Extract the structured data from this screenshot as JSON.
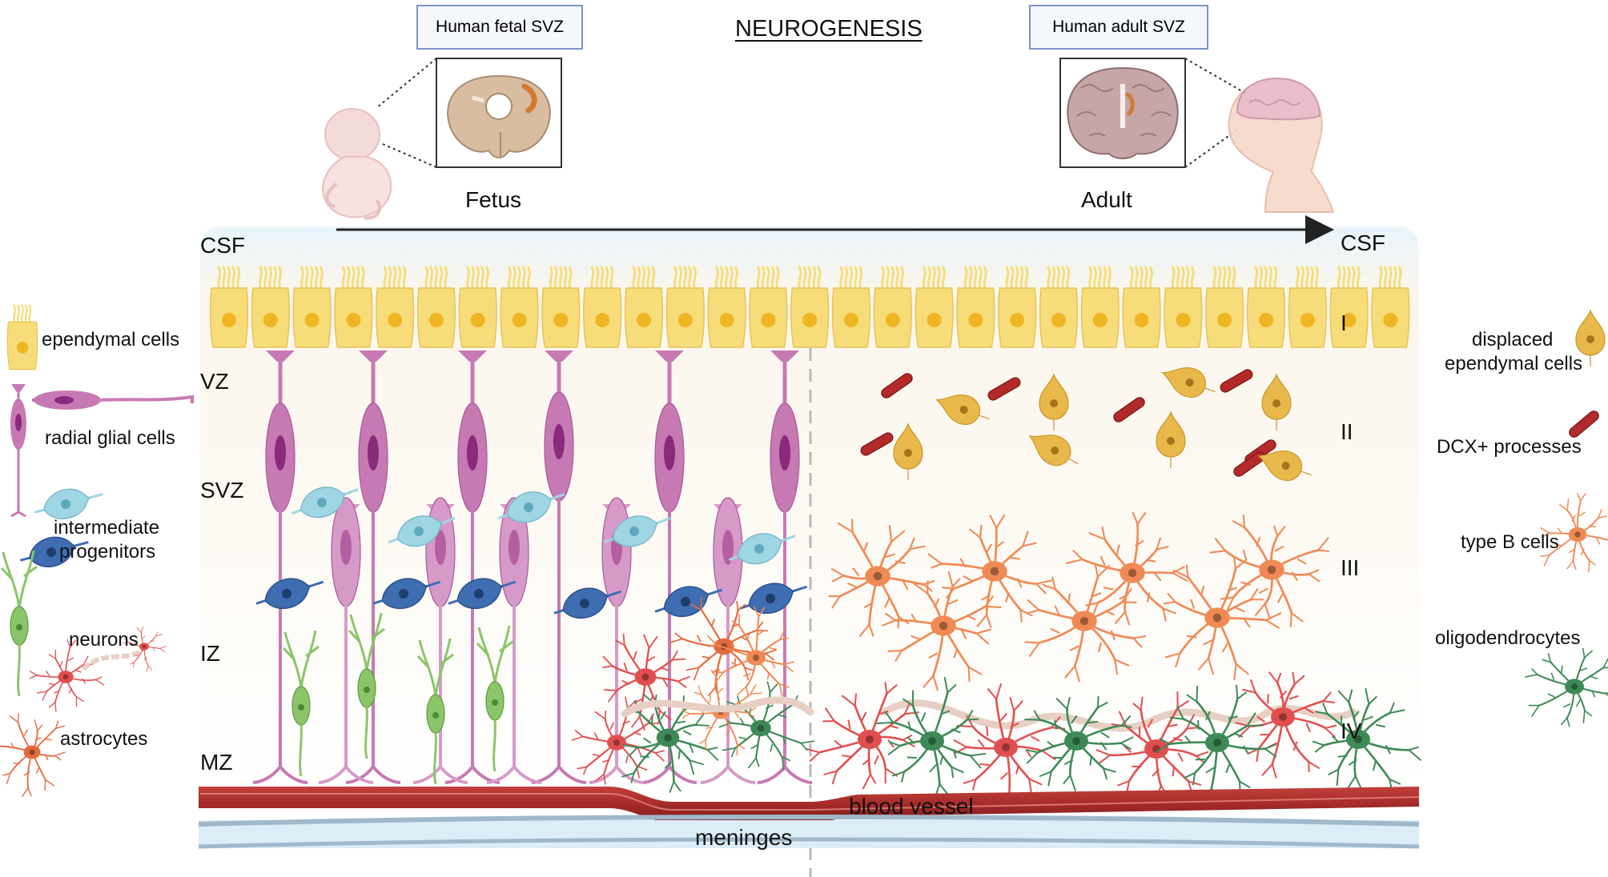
{
  "title": "NEUROGENESIS",
  "stages": {
    "fetal_box": "Human fetal SVZ",
    "adult_box": "Human adult SVZ",
    "fetus": "Fetus",
    "adult": "Adult"
  },
  "zones_left": [
    "CSF",
    "VZ",
    "SVZ",
    "IZ",
    "MZ"
  ],
  "layers_right": [
    "CSF",
    "I",
    "II",
    "III",
    "IV"
  ],
  "structures": {
    "blood_vessel": "blood vessel",
    "meninges": "meninges"
  },
  "legend_left": {
    "ependymal": "ependymal cells",
    "radial_glial": "radial glial  cells",
    "intermediate_1": "intermediate",
    "intermediate_2": "progenitors",
    "neurons": "neurons",
    "astrocytes": "astrocytes"
  },
  "legend_right": {
    "displaced_1": "displaced",
    "displaced_2": "ependymal cells",
    "dcx": "DCX+ processes",
    "typeb": "type B cells",
    "oligo": "oligodendrocytes"
  },
  "colors": {
    "ependymal": "#f7dd7a",
    "ependymal_nucleus": "#f0b522",
    "radial_glia": "#c779b3",
    "radial_nucleus": "#8a2a7a",
    "intermediate": "#9fd6e4",
    "intermediate_dark": "#3f6db2",
    "neuron": "#8bc56a",
    "astrocyte": "#e36a3e",
    "type_b": "#f08a55",
    "oligodendrocyte": "#3e8a56",
    "red_neuron": "#e04f4f",
    "blood_vessel": "#a52a2a",
    "meninges": "#cfe6f3",
    "dcx": "#b32a2a",
    "displaced_ependymal": "#e9b84a"
  }
}
